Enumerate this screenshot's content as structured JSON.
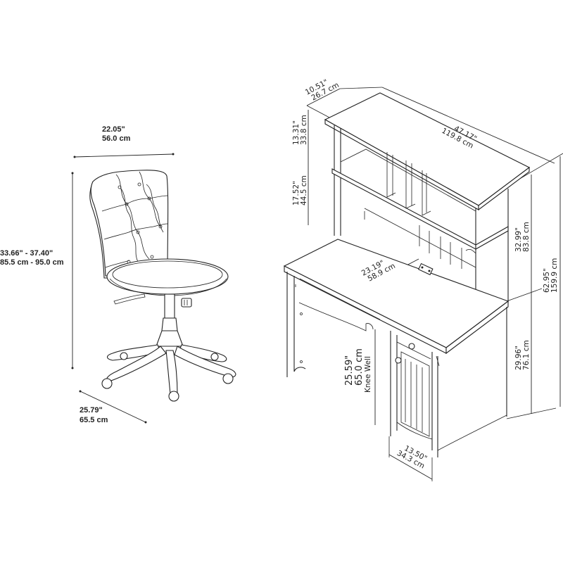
{
  "chair": {
    "width": {
      "in": "22.05\"",
      "cm": "56.0 cm"
    },
    "height": {
      "in": "33.66\" - 37.40\"",
      "cm": "85.5 cm - 95.0 cm"
    },
    "depth": {
      "in": "25.79\"",
      "cm": "65.5 cm"
    }
  },
  "desk": {
    "hutch_depth": {
      "in": "10.51\"",
      "cm": "26.7 cm"
    },
    "width": {
      "in": "47.17\"",
      "cm": "119.8 cm"
    },
    "hutch_upper_height": {
      "in": "13.31\"",
      "cm": "33.8 cm"
    },
    "hutch_lower_height": {
      "in": "17.52\"",
      "cm": "44.5 cm"
    },
    "hutch_total_height": {
      "in": "32.99\"",
      "cm": "83.8 cm"
    },
    "total_height": {
      "in": "62.95\"",
      "cm": "159.9 cm"
    },
    "desk_height": {
      "in": "29.96\"",
      "cm": "76.1 cm"
    },
    "desk_depth": {
      "in": "23.19\"",
      "cm": "58.9 cm"
    },
    "knee_well": {
      "in": "25.59\"",
      "cm": "65.0 cm",
      "label": "Knee Well"
    },
    "cabinet_width": {
      "in": "13.50\"",
      "cm": "34.3 cm"
    }
  }
}
